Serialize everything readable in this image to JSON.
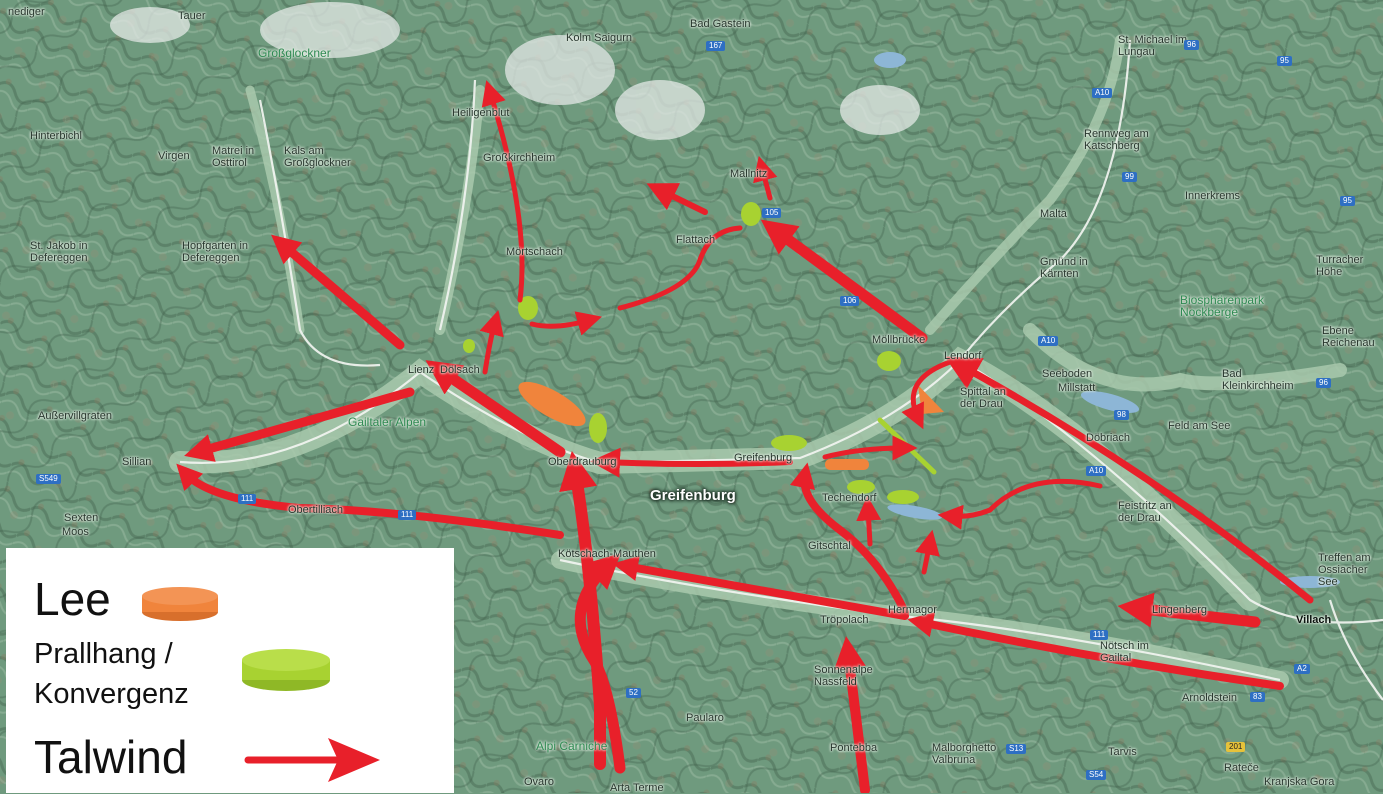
{
  "map": {
    "places": [
      {
        "name": "nediger",
        "key": "p0"
      },
      {
        "name": "Tauer",
        "key": "p1"
      },
      {
        "name": "Großglockner",
        "key": "p2"
      },
      {
        "name": "Kolm Saigurn",
        "key": "p3"
      },
      {
        "name": "Bad Gastein",
        "key": "p4"
      },
      {
        "name": "St. Michael im Lungau",
        "key": "p5"
      },
      {
        "name": "Heiligenblut",
        "key": "p6"
      },
      {
        "name": "Hinterbichl",
        "key": "p7"
      },
      {
        "name": "Virgen",
        "key": "p8"
      },
      {
        "name": "Matrei in Osttirol",
        "key": "p9"
      },
      {
        "name": "Kals am Großglockner",
        "key": "p10"
      },
      {
        "name": "Rennweg am Katschberg",
        "key": "p11"
      },
      {
        "name": "Großkirchheim",
        "key": "p12"
      },
      {
        "name": "Mallnitz",
        "key": "p13"
      },
      {
        "name": "Innerkrems",
        "key": "p14"
      },
      {
        "name": "Malta",
        "key": "p15"
      },
      {
        "name": "St. Jakob in Defereggen",
        "key": "p16"
      },
      {
        "name": "Hopfgarten in Defereggen",
        "key": "p17"
      },
      {
        "name": "Mörtschach",
        "key": "p18"
      },
      {
        "name": "Flattach",
        "key": "p19"
      },
      {
        "name": "Gmünd in Kärnten",
        "key": "p20"
      },
      {
        "name": "Turracher Höhe",
        "key": "p21"
      },
      {
        "name": "Biosphärenpark Nockberge",
        "key": "p22"
      },
      {
        "name": "Ebene Reichenau",
        "key": "p23"
      },
      {
        "name": "Lienz",
        "key": "p24"
      },
      {
        "name": "Dölsach",
        "key": "p25"
      },
      {
        "name": "Möllbrücke",
        "key": "p26"
      },
      {
        "name": "Lendorf",
        "key": "p27"
      },
      {
        "name": "Seeboden",
        "key": "p28"
      },
      {
        "name": "Millstatt",
        "key": "p29"
      },
      {
        "name": "Spittal an der Drau",
        "key": "p30"
      },
      {
        "name": "Bad Kleinkirchheim",
        "key": "p31"
      },
      {
        "name": "Außervillgraten",
        "key": "p32"
      },
      {
        "name": "Gailtaler Alpen",
        "key": "p33"
      },
      {
        "name": "Döbriach",
        "key": "p34"
      },
      {
        "name": "Feld am See",
        "key": "p35"
      },
      {
        "name": "Sillian",
        "key": "p36"
      },
      {
        "name": "Oberdrauburg",
        "key": "p37"
      },
      {
        "name": "Greifenburg",
        "key": "p38"
      },
      {
        "name": "Techendorf",
        "key": "p39"
      },
      {
        "name": "Obertilliach",
        "key": "p40"
      },
      {
        "name": "Feistritz an der Drau",
        "key": "p41"
      },
      {
        "name": "Sexten",
        "key": "p42"
      },
      {
        "name": "Moos",
        "key": "p43"
      },
      {
        "name": "Kötschach-Mauthen",
        "key": "p44"
      },
      {
        "name": "Gitschtal",
        "key": "p45"
      },
      {
        "name": "Treffen am Ossiacher See",
        "key": "p46"
      },
      {
        "name": "Hermagor",
        "key": "p47"
      },
      {
        "name": "Tröpolach",
        "key": "p48"
      },
      {
        "name": "Villach",
        "key": "p49"
      },
      {
        "name": "Nötsch im Gailtal",
        "key": "p50"
      },
      {
        "name": "Sonnenalpe Nassfeld",
        "key": "p51"
      },
      {
        "name": "Arnoldstein",
        "key": "p52"
      },
      {
        "name": "Paularo",
        "key": "p53"
      },
      {
        "name": "Alpi Carniche",
        "key": "p54"
      },
      {
        "name": "Pontebba",
        "key": "p55"
      },
      {
        "name": "Malborghetto Valbruna",
        "key": "p56"
      },
      {
        "name": "Tarvis",
        "key": "p57"
      },
      {
        "name": "Rateče",
        "key": "p58"
      },
      {
        "name": "Kranjska Gora",
        "key": "p59"
      },
      {
        "name": "Ovaro",
        "key": "p60"
      },
      {
        "name": "Arta Terme",
        "key": "p61"
      },
      {
        "name": "Lingenberg",
        "key": "p62"
      }
    ],
    "focus_label": "Greifenburg",
    "shields": [
      "167",
      "96",
      "95",
      "A10",
      "99",
      "105",
      "106",
      "A10",
      "96",
      "98",
      "A10",
      "95",
      "S549",
      "111",
      "111",
      "111",
      "A2",
      "83",
      "S13",
      "S54",
      "201",
      "52"
    ],
    "colors": {
      "arrow": "#e8202a",
      "lee": "#f0843c",
      "prallhang": "#a8d231"
    }
  },
  "legend": {
    "lee_label": "Lee",
    "prallhang_label_line1": "Prallhang /",
    "prallhang_label_line2": "Konvergenz",
    "talwind_label": "Talwind"
  }
}
